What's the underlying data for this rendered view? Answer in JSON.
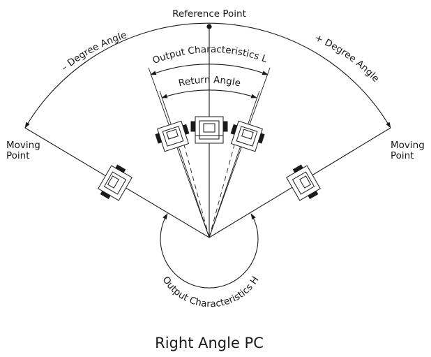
{
  "labels": {
    "reference_point": "Reference Point",
    "minus_degree_angle": "– Degree Angle",
    "plus_degree_angle": "+ Degree Angle",
    "output_characteristics_l": "Output Characteristics L",
    "return_angle": "Return Angle",
    "moving_point_left_line1": "Moving",
    "moving_point_left_line2": "Point",
    "moving_point_right_line1": "Moving",
    "moving_point_right_line2": "Point",
    "output_characteristics_h": "Output Characteristics H",
    "caption": "Right Angle PC"
  }
}
